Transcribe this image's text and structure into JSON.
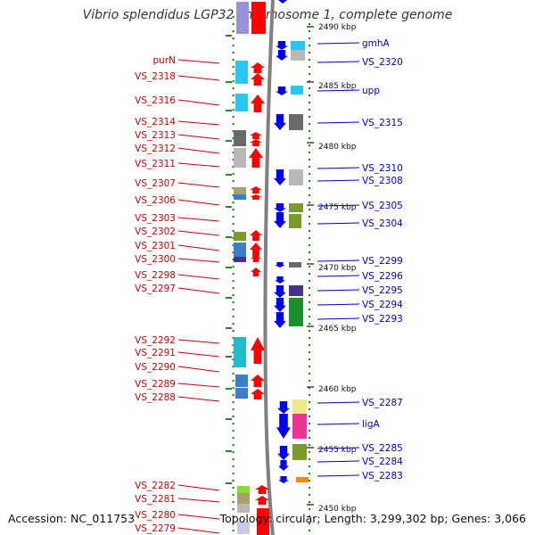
{
  "title": "Vibrio splendidus LGP32 chromosome 1, complete genome",
  "footer": {
    "accession": "Accession: NC_011753",
    "topology": "Topology: circular; Length: 3,299,302 bp; Genes: 3,066"
  },
  "colors": {
    "left_labels": "#cc0000",
    "right_labels": "#0000bb",
    "left_arrows": "#ff0000",
    "right_arrows": "#0000ee",
    "ticks": "#228b22",
    "backbone": "#808080"
  },
  "scale_ticks": [
    "2490 kbp",
    "2485 kbp",
    "2480 kbp",
    "2475 kbp",
    "2470 kbp",
    "2465 kbp",
    "2460 kbp",
    "2455 kbp",
    "2450 kbp"
  ],
  "left_genes": [
    "purN",
    "VS_2318",
    "VS_2316",
    "VS_2314",
    "VS_2313",
    "VS_2312",
    "VS_2311",
    "VS_2307",
    "VS_2306",
    "VS_2303",
    "VS_2302",
    "VS_2301",
    "VS_2300",
    "VS_2298",
    "VS_2297",
    "VS_2292",
    "VS_2291",
    "VS_2290",
    "VS_2289",
    "VS_2288",
    "VS_2282",
    "VS_2281",
    "VS_2280",
    "VS_2279"
  ],
  "right_genes": [
    "gmhA",
    "VS_2320",
    "upp",
    "VS_2315",
    "VS_2310",
    "VS_2308",
    "VS_2305",
    "VS_2304",
    "VS_2299",
    "VS_2296",
    "VS_2295",
    "VS_2294",
    "VS_2293",
    "VS_2287",
    "ligA",
    "VS_2285",
    "VS_2284",
    "VS_2283"
  ]
}
